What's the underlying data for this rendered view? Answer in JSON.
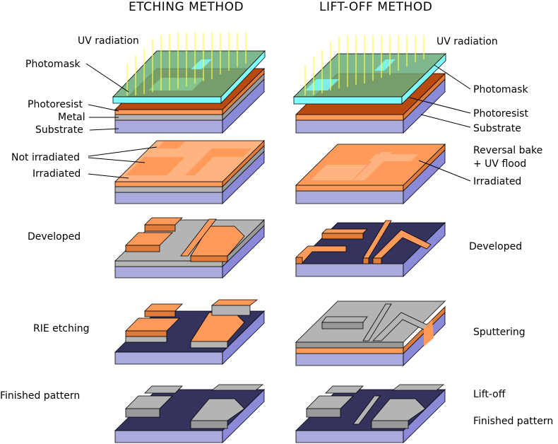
{
  "headers": {
    "etching": "ETCHING METHOD",
    "liftoff": "LIFT-OFF METHOD"
  },
  "etching_labels": {
    "uv_radiation": "UV radiation",
    "photomask": "Photomask",
    "photoresist": "Photoresist",
    "metal": "Metal",
    "substrate": "Substrate",
    "not_irradiated": "Not irradiated",
    "irradiated": "Irradiated",
    "developed": "Developed",
    "rie_etching": "RIE etching",
    "finished_pattern": "Finished pattern"
  },
  "liftoff_labels": {
    "uv_radiation": "UV radiation",
    "photomask": "Photomask",
    "photoresist": "Photoresist",
    "substrate": "Substrate",
    "reversal_bake_1": "Reversal bake",
    "reversal_bake_2": "+ UV flood",
    "irradiated": "Irradiated",
    "developed": "Developed",
    "sputtering": "Sputtering",
    "lift_off": "Lift-off",
    "finished_pattern": "Finished pattern"
  },
  "colors": {
    "substrate_top": "#b4b4dc",
    "substrate_front": "#aaaadd",
    "substrate_side": "#8a8ad8",
    "metal": "#b4b4b4",
    "metal_side": "#999999",
    "resist": "#ff9a5a",
    "resist_side": "#e07a38",
    "resist_dark": "#b84a10",
    "irradiated": "#ffb380",
    "exposed_dark": "#33335e",
    "mask_glass": "#7fffff",
    "mask_green": "#6aab7a",
    "uv": "#ffff44"
  }
}
